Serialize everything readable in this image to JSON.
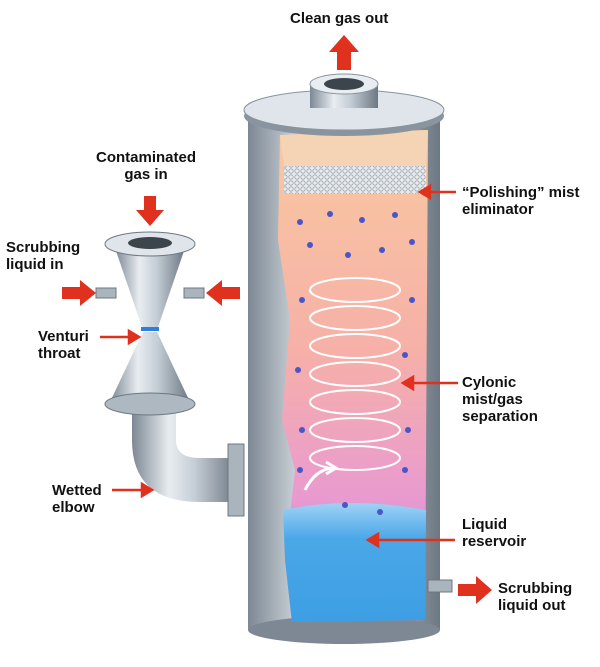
{
  "labels": {
    "clean_gas_out": "Clean gas out",
    "contaminated_gas_in": "Contaminated\ngas in",
    "scrubbing_liquid_in": "Scrubbing\nliquid in",
    "venturi_throat": "Venturi\nthroat",
    "wetted_elbow": "Wetted\nelbow",
    "polishing_mist_eliminator": "“Polishing” mist\neliminator",
    "cyclonic_separation": "Cylonic\nmist/gas\nseparation",
    "liquid_reservoir": "Liquid\nreservoir",
    "scrubbing_liquid_out": "Scrubbing\nliquid out"
  },
  "colors": {
    "arrow": "#e0301e",
    "metal": "#b9c3cc",
    "liquid": "#4aa8e8",
    "gas_top": "#f9c9a0",
    "gas_mid": "#f3a2b6",
    "gas_bottom": "#9a86de"
  }
}
